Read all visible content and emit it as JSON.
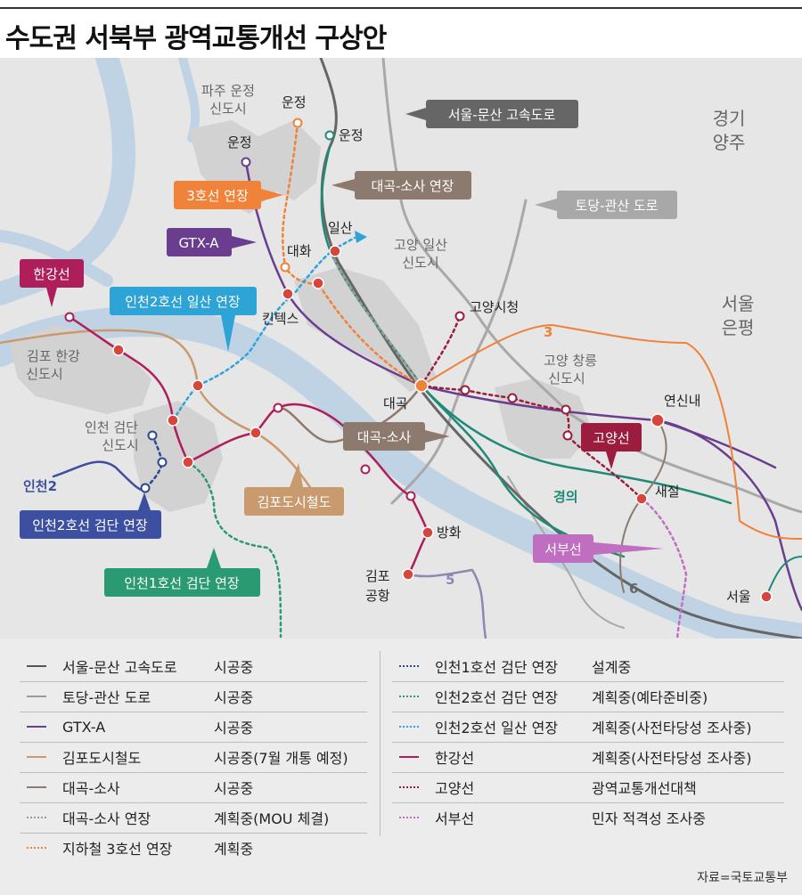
{
  "title": "수도권 서북부 광역교통개선 구상안",
  "source": "자료=국토교통부",
  "map": {
    "areas": {
      "paju": "파주 운정|신도시",
      "goyang_ilsan": "고양 일산|신도시",
      "gimpo_hangang": "김포 한강|신도시",
      "incheon_geomdan": "인천 검단|신도시",
      "goyang_changneung": "고양 창릉|신도시",
      "gyeonggi_yangju": "경기|양주",
      "seoul_eunpyeong": "서울|은평"
    },
    "stations": {
      "unjeong_a": "운정",
      "unjeong_b": "운정",
      "unjeong_c": "운정",
      "ilsan": "일산",
      "daehwa": "대화",
      "kintex": "킨텍스",
      "goyang_cityhall": "고양시청",
      "daegok": "대곡",
      "yeonsinnae": "연신내",
      "saejeol": "새절",
      "banghwa": "방화",
      "gimpo_airport": "김포|공항",
      "seoul": "서울"
    },
    "line_numbers": {
      "l3": "3",
      "l5": "5",
      "l6": "6",
      "incheon2": "인천2",
      "gyeongui": "경의"
    },
    "callouts": {
      "seoul_munsan": "서울-문산 고속도로",
      "daegok_sosa_ext": "대곡-소사 연장",
      "line3_ext": "3호선 연장",
      "todang_gwansan": "토당-관산 도로",
      "gtx_a": "GTX-A",
      "hangang": "한강선",
      "incheon2_ilsan": "인천2호선 일산 연장",
      "daegok_sosa": "대곡-소사",
      "goyang": "고양선",
      "gimpo_rail": "김포도시철도",
      "incheon2_geomdan": "인천2호선 검단 연장",
      "seobu": "서부선",
      "incheon1_geomdan": "인천1호선 검단 연장"
    },
    "colors": {
      "river": "#bfd3e4",
      "land": "#e6e6e6",
      "newtown": "#d2d2d2",
      "highway_seoul_munsan": "#666666",
      "road_todang": "#a8a8a8",
      "gtx": "#6a3d8f",
      "gimpo": "#c89a6d",
      "daegok_sosa": "#8d7a6e",
      "line3": "#f0823a",
      "incheon1": "#2a4a8e",
      "incheon2": "#2a9a72",
      "incheon2_ilsan": "#2ea3d6",
      "hangang": "#ad1e5a",
      "goyang": "#9c1c3e",
      "seobu": "#c06fc0",
      "gyeongui": "#1f8a78",
      "incheon2_solid": "#3d4fa1",
      "line5": "#8f86b3"
    }
  },
  "legend": [
    {
      "name": "서울-문산 고속도로",
      "status": "시공중",
      "style": "solid",
      "color": "#555555"
    },
    {
      "name": "토당-관산 도로",
      "status": "시공중",
      "style": "solid",
      "color": "#9a9a9a"
    },
    {
      "name": "GTX-A",
      "status": "시공중",
      "style": "solid",
      "color": "#6a3d8f"
    },
    {
      "name": "김포도시철도",
      "status": "시공중(7월 개통 예정)",
      "style": "solid",
      "color": "#c89a6d"
    },
    {
      "name": "대곡-소사",
      "status": "시공중",
      "style": "solid",
      "color": "#8d7a6e"
    },
    {
      "name": "대곡-소사 연장",
      "status": "계획중(MOU 체결)",
      "style": "dotted",
      "color": "#9a9a9a"
    },
    {
      "name": "지하철 3호선 연장",
      "status": "계획중",
      "style": "dotted",
      "color": "#f0823a"
    },
    {
      "name": "인천1호선 검단 연장",
      "status": "설계중",
      "style": "dotted",
      "color": "#2a4a8e"
    },
    {
      "name": "인천2호선 검단 연장",
      "status": "계획중(예타준비중)",
      "style": "dotted",
      "color": "#2a9a72"
    },
    {
      "name": "인천2호선 일산 연장",
      "status": "계획중(사전타당성 조사중)",
      "style": "dotted",
      "color": "#2ea3d6"
    },
    {
      "name": "한강선",
      "status": "계획중(사전타당성 조사중)",
      "style": "solid",
      "color": "#ad1e5a"
    },
    {
      "name": "고양선",
      "status": "광역교통개선대책",
      "style": "dotted",
      "color": "#9c1c3e"
    },
    {
      "name": "서부선",
      "status": "민자 적격성 조사중",
      "style": "dotted",
      "color": "#c06fc0"
    }
  ]
}
